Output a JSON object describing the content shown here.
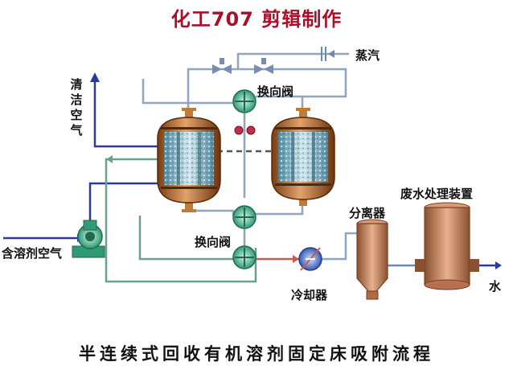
{
  "header": {
    "title": "化工707 剪辑制作"
  },
  "labels": {
    "steam": "蒸汽",
    "clean_air": "清洁空气",
    "switch_valve_top": "换向阀",
    "switch_valve_bottom": "换向阀",
    "inlet_air": "含溶剂空气",
    "separator": "分离器",
    "wastewater": "废水处理装置",
    "cooler": "冷却器",
    "water": "水"
  },
  "footer": {
    "caption": "半连续式回收有机溶剂固定床吸附流程"
  },
  "colors": {
    "title": "#a8102a",
    "vessel": "#b87333",
    "adsorbent": "#7fb2c4",
    "pipe_blue": "#2a3a9a",
    "pipe_steam": "#8fa6c0",
    "pipe_return": "#6aa090",
    "pipe_hot": "#c85a50",
    "valve": "#3fae8a"
  }
}
